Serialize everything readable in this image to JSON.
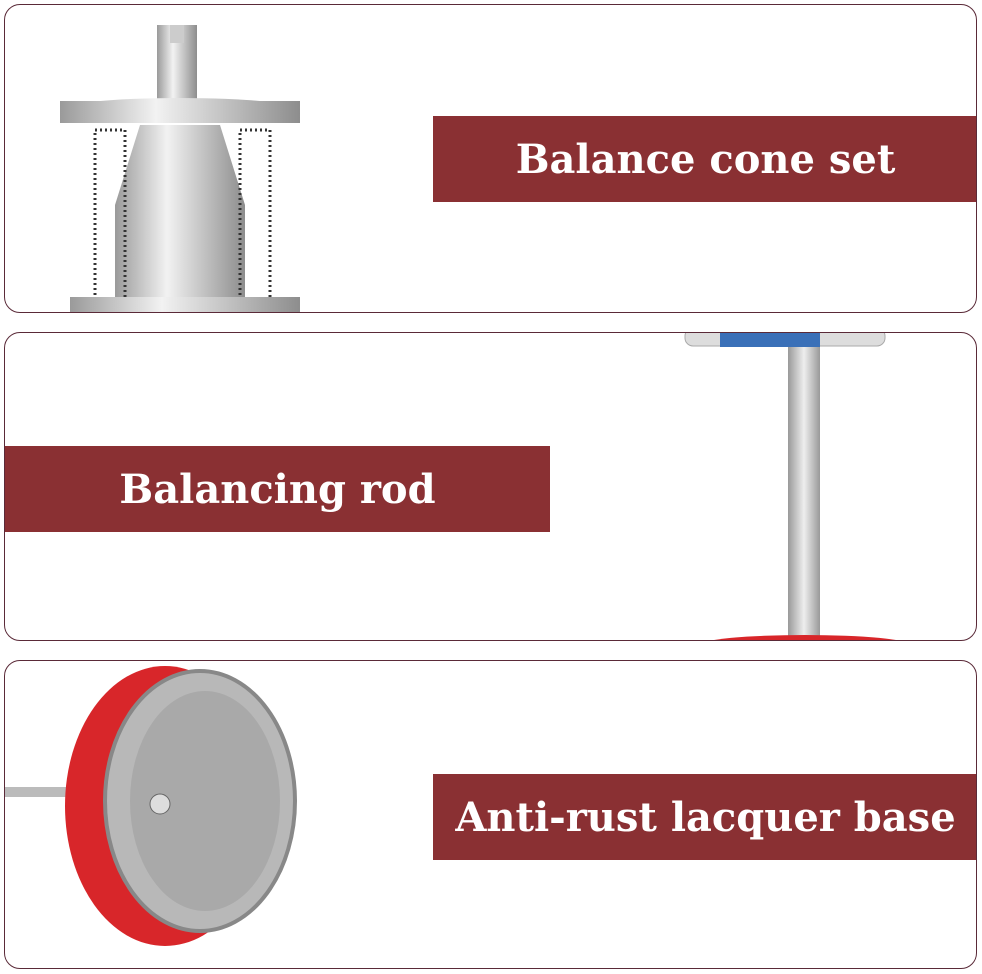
{
  "panels": [
    {
      "label": "Balance cone set",
      "image": "balance-cone-set-photo"
    },
    {
      "label": "Balancing rod",
      "image": "balancing-rod-photo"
    },
    {
      "label": "Anti-rust lacquer base",
      "image": "lacquer-base-photo"
    }
  ],
  "colors": {
    "label_bg": "#8a3033",
    "border": "#5a2a38",
    "base_red": "#d8262a"
  }
}
